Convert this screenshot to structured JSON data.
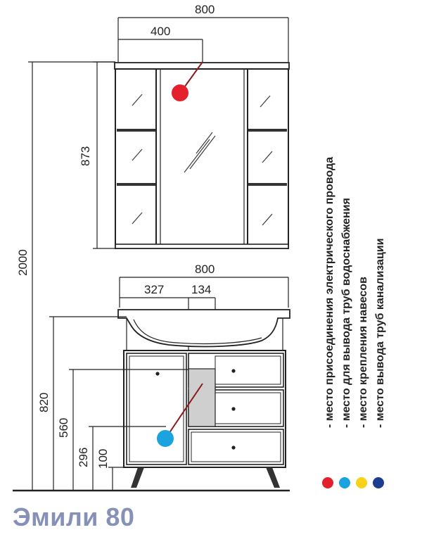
{
  "dimensions": {
    "mirror_width": "800",
    "mirror_half": "400",
    "mirror_height": "873",
    "total_height": "2000",
    "cabinet_width": "800",
    "offset_327": "327",
    "offset_134": "134",
    "height_820": "820",
    "height_560": "560",
    "height_296": "296",
    "height_100": "100"
  },
  "legend": {
    "items": [
      {
        "label": "- место присоединения электрического провода",
        "color": "#e3202c"
      },
      {
        "label": "- место для вывода труб водоснабжения",
        "color": "#1aa3df"
      },
      {
        "label": "- место крепления навесов",
        "color": "#f7d11a"
      },
      {
        "label": "- место вывода труб канализации",
        "color": "#1a3d91"
      }
    ]
  },
  "markers": {
    "electric_color": "#e3202c",
    "water_color": "#1aa3df"
  },
  "title": "Эмили 80"
}
